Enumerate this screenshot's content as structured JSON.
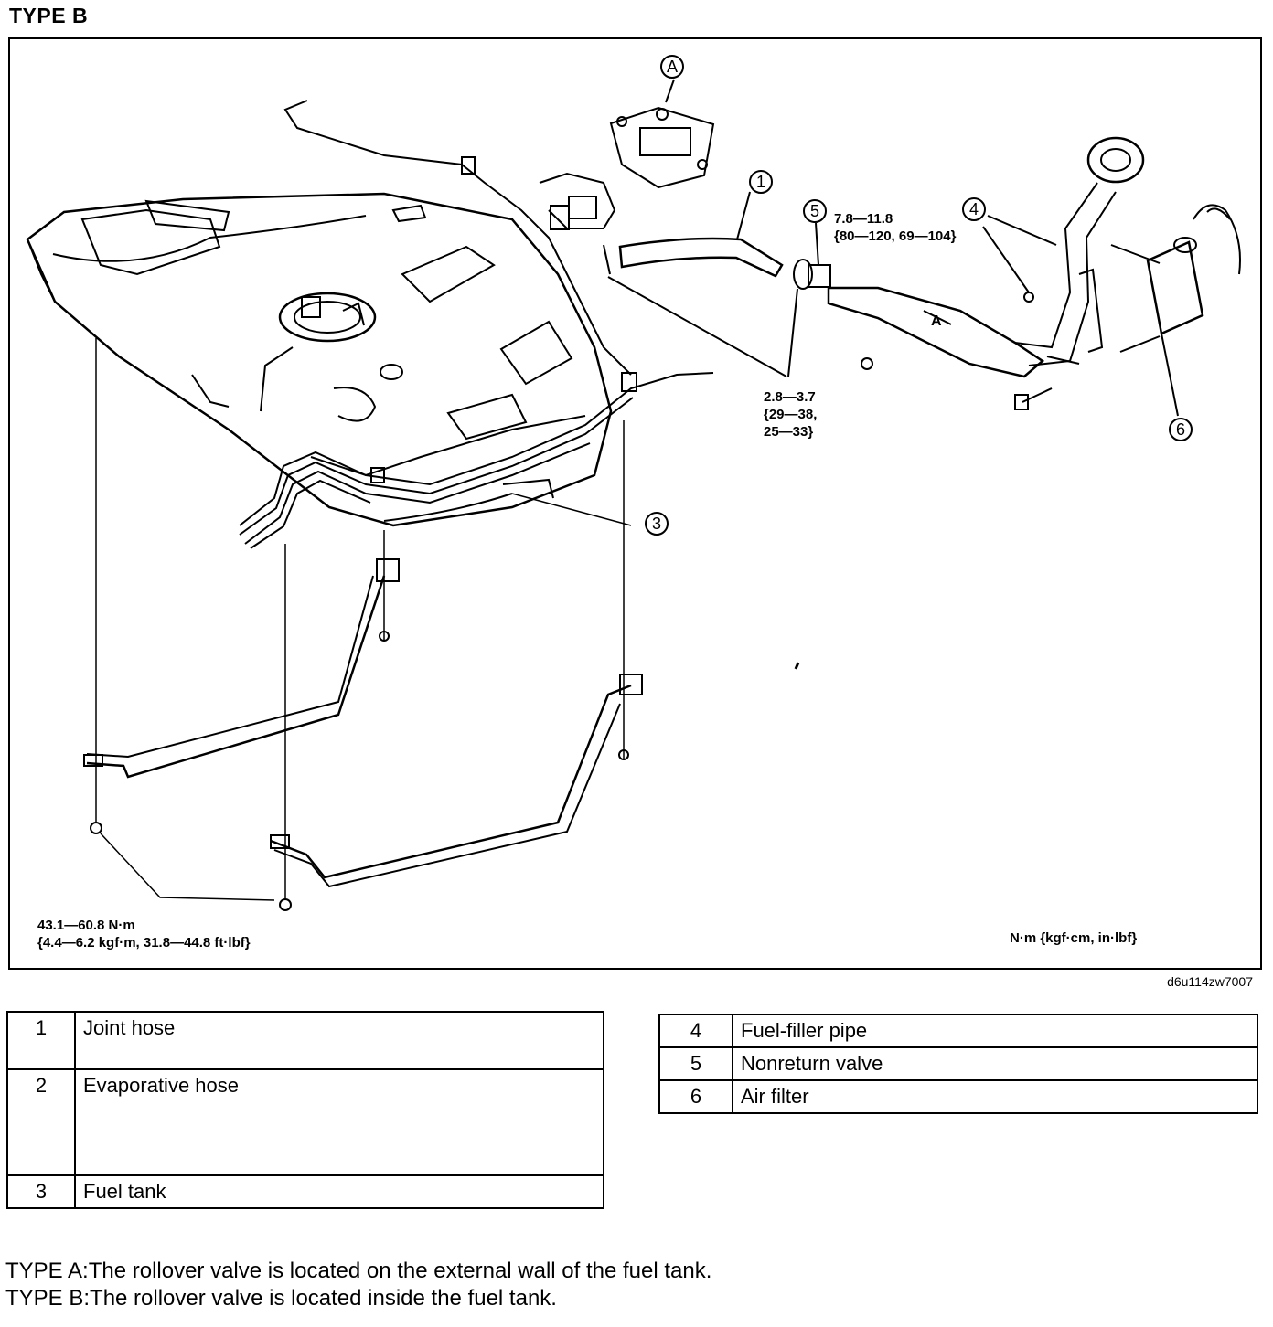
{
  "title": "TYPE B",
  "callouts": {
    "a": "A",
    "one": "1",
    "three": "3",
    "four": "4",
    "five": "5",
    "six": "6",
    "detail_a": "A"
  },
  "torque_specs": {
    "nonreturn": [
      "7.8—11.8",
      "{80—120, 69—104}"
    ],
    "joint_hose": [
      "2.8—3.7",
      "{29—38,",
      "25—33}"
    ],
    "tank_strap": [
      "43.1—60.8 N·m",
      "{4.4—6.2 kgf·m, 31.8—44.8 ft·lbf}"
    ],
    "units": "N·m {kgf·cm, in·lbf}"
  },
  "image_code": "d6u114zw7007",
  "parts_left": [
    {
      "num": "1",
      "name": "Joint hose"
    },
    {
      "num": "2",
      "name": "Evaporative hose"
    },
    {
      "num": "3",
      "name": "Fuel tank"
    }
  ],
  "parts_right": [
    {
      "num": "4",
      "name": "Fuel-filler pipe"
    },
    {
      "num": "5",
      "name": "Nonreturn valve"
    },
    {
      "num": "6",
      "name": "Air filter"
    }
  ],
  "notes": [
    "TYPE A:The rollover valve is located on the external wall of the fuel tank.",
    "TYPE B:The rollover valve is located inside the fuel tank."
  ]
}
